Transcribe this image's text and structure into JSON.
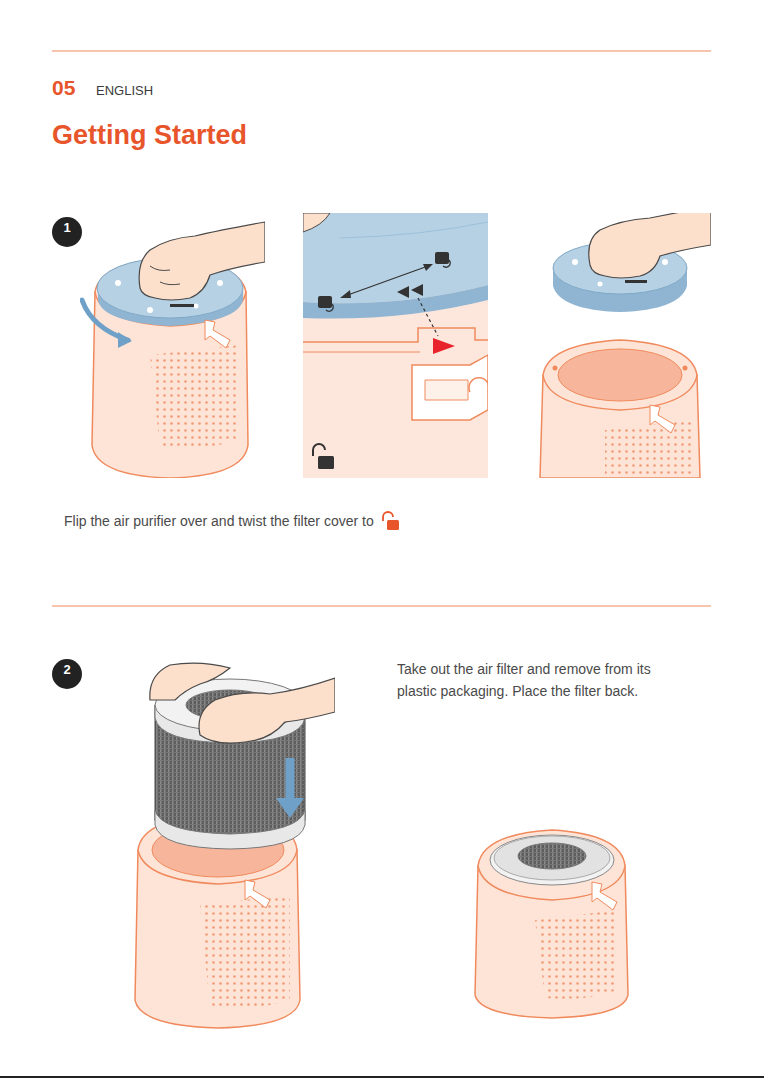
{
  "diagram": {
    "title": "Getting Started",
    "nodes": [
      {
        "text": [
          "1"
        ]
      },
      {
        "text": [
          "2"
        ]
      }
    ],
    "labels": [
      "05",
      "ENGLISH",
      "Flip the air purifier over and twist the filter cover to",
      "Take out the air filter and remove from its plastic packaging. Place the filter back."
    ]
  }
}
